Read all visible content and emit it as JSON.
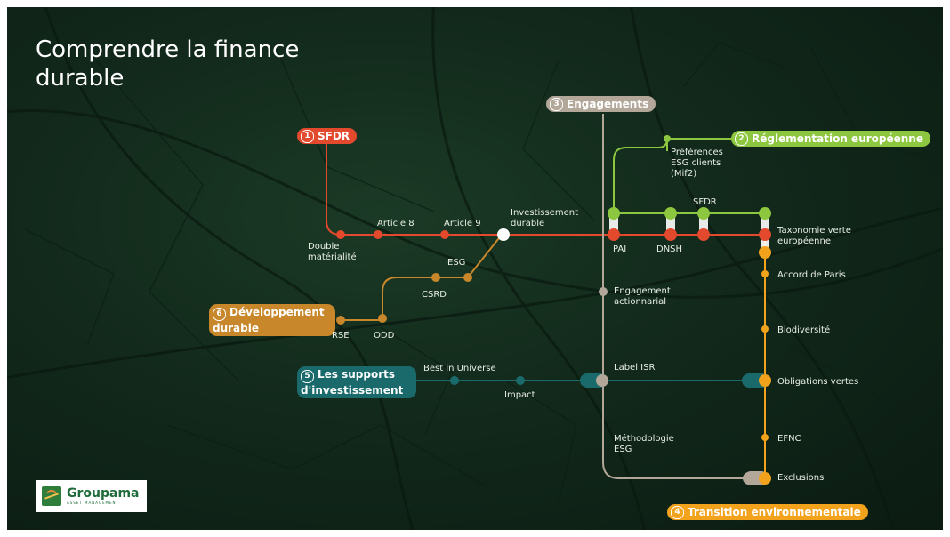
{
  "title": "Comprendre la finance durable",
  "colors": {
    "sfdr": "#e2492d",
    "reglementation": "#8dc63f",
    "engagements": "#b3a79a",
    "transition": "#f3a21b",
    "supports": "#1a6a6c",
    "developpement": "#c8872b",
    "white": "#ffffff"
  },
  "pills": {
    "sfdr": {
      "num": "1",
      "label": "SFDR"
    },
    "reglementation": {
      "num": "2",
      "label": "Réglementation européenne"
    },
    "engagements": {
      "num": "3",
      "label": "Engagements"
    },
    "transition": {
      "num": "4",
      "label": "Transition environnementale"
    },
    "supports": {
      "num": "5",
      "label": "Les supports d'investissement"
    },
    "developpement": {
      "num": "6",
      "label": "Développement durable"
    }
  },
  "stations": {
    "double_materialite": "Double matérialité",
    "article8": "Article 8",
    "article9": "Article 9",
    "investissement_durable": "Investissement durable",
    "preferences_esg": "Préférences ESG clients (Mif2)",
    "sfdr": "SFDR",
    "pai": "PAI",
    "dnsh": "DNSH",
    "taxonomie": "Taxonomie verte européenne",
    "accord_paris": "Accord de Paris",
    "engagement_actionnarial": "Engagement actionnarial",
    "esg": "ESG",
    "csrd": "CSRD",
    "rse": "RSE",
    "odd": "ODD",
    "biodiversite": "Biodiversité",
    "best_in_universe": "Best in Universe",
    "impact": "Impact",
    "label_isr": "Label ISR",
    "obligations_vertes": "Obligations vertes",
    "methodologie_esg": "Méthodologie ESG",
    "efnc": "EFNC",
    "exclusions": "Exclusions"
  },
  "logo": {
    "name": "Groupama",
    "subtitle": "ASSET MANAGEMENT"
  }
}
